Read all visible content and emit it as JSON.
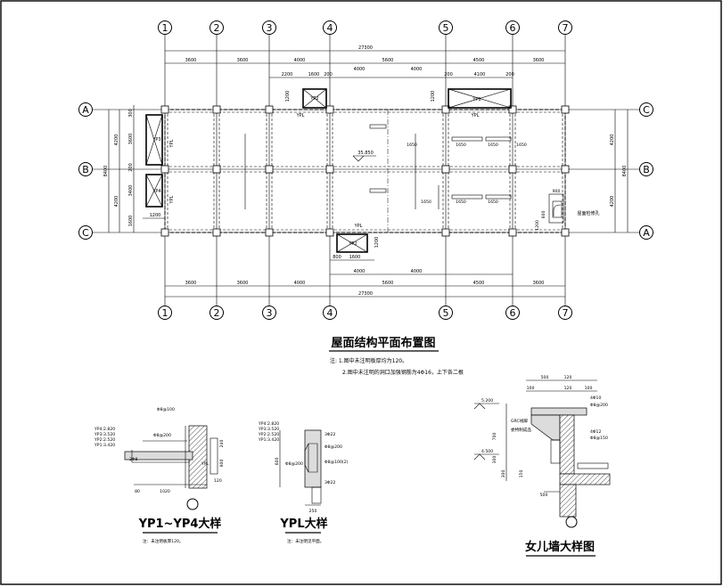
{
  "plan": {
    "title": "屋面结构平面布置图",
    "notes": [
      "注: 1.图中未注明板厚均为120。",
      "2.图中未注明的洞口加强钢筋为4Φ16，上下各二根"
    ],
    "axes_x": [
      "1",
      "2",
      "3",
      "4",
      "5",
      "6",
      "7"
    ],
    "axes_y_left": [
      "A",
      "B",
      "C"
    ],
    "axes_y_right": [
      "C",
      "B",
      "A"
    ],
    "top_total": "27300",
    "top_spans": [
      "3600",
      "3600",
      "4000",
      "5600",
      "4500",
      "3600"
    ],
    "top_sub_left": [
      "2200",
      "1600",
      "200"
    ],
    "top_sub_mid": [
      "4000",
      "4000"
    ],
    "top_sub_right": [
      "200",
      "4100",
      "200"
    ],
    "bottom_total": "27300",
    "bottom_spans": [
      "3600",
      "3600",
      "4000",
      "5600",
      "4500",
      "3600"
    ],
    "bottom_sub_mid": [
      "4000",
      "4000"
    ],
    "bottom_sub_yp2": [
      "800",
      "1600"
    ],
    "left_total": "8400",
    "left_spans": [
      "4200",
      "4200"
    ],
    "left_inner": [
      "300",
      "3600",
      "200",
      "3400",
      "1600"
    ],
    "left_bottom_dim": "1200",
    "right_total": "8400",
    "right_spans": [
      "4200",
      "4200"
    ],
    "yp_labels": {
      "yp1": "YP1",
      "yp2": "YP2",
      "yp3": "YP3",
      "yp4": "YP4",
      "ypl": "YPL"
    },
    "side_dims": [
      "1200",
      "1200",
      "1200"
    ],
    "roof_mark": "35.850",
    "slab_marks": [
      "1650",
      "1650",
      "1650",
      "1650",
      "1650",
      "1650",
      "1650"
    ],
    "stair_label": "屋面检修孔",
    "stair_dims": [
      "900",
      "600",
      "1200"
    ]
  },
  "detail1": {
    "title": "YP1~YP4大样",
    "note": "注：未注明板厚120。",
    "levels": [
      "YP4:2.820",
      "YP3:3.520",
      "YP2:2.520",
      "YP1:3.420"
    ],
    "dims": [
      "1020",
      "80",
      "240",
      "600",
      "120"
    ],
    "labels": [
      "Φ8@100",
      "Φ8@200",
      "2Φ8",
      "YPL"
    ]
  },
  "detail2": {
    "title": "YPL大样",
    "note": "注：未注明见平面。",
    "levels": [
      "YP4:2.820",
      "YP3:3.520",
      "YP2:2.520",
      "YP1:3.420"
    ],
    "dims": [
      "600",
      "250"
    ],
    "labels": [
      "3Φ22",
      "Φ8@200",
      "Φ8@100(2)",
      "Φ8@200",
      "3Φ22"
    ]
  },
  "detail3": {
    "title": "女儿墙大样图",
    "levels": [
      "5.200",
      "4.500"
    ],
    "dims": [
      "500",
      "100",
      "120",
      "120",
      "100",
      "700",
      "500",
      "300",
      "300",
      "150"
    ],
    "labels": [
      "GRC线脚",
      "委特制成品",
      "4Φ10",
      "Φ8@200",
      "4Φ12",
      "Φ8@150"
    ]
  }
}
